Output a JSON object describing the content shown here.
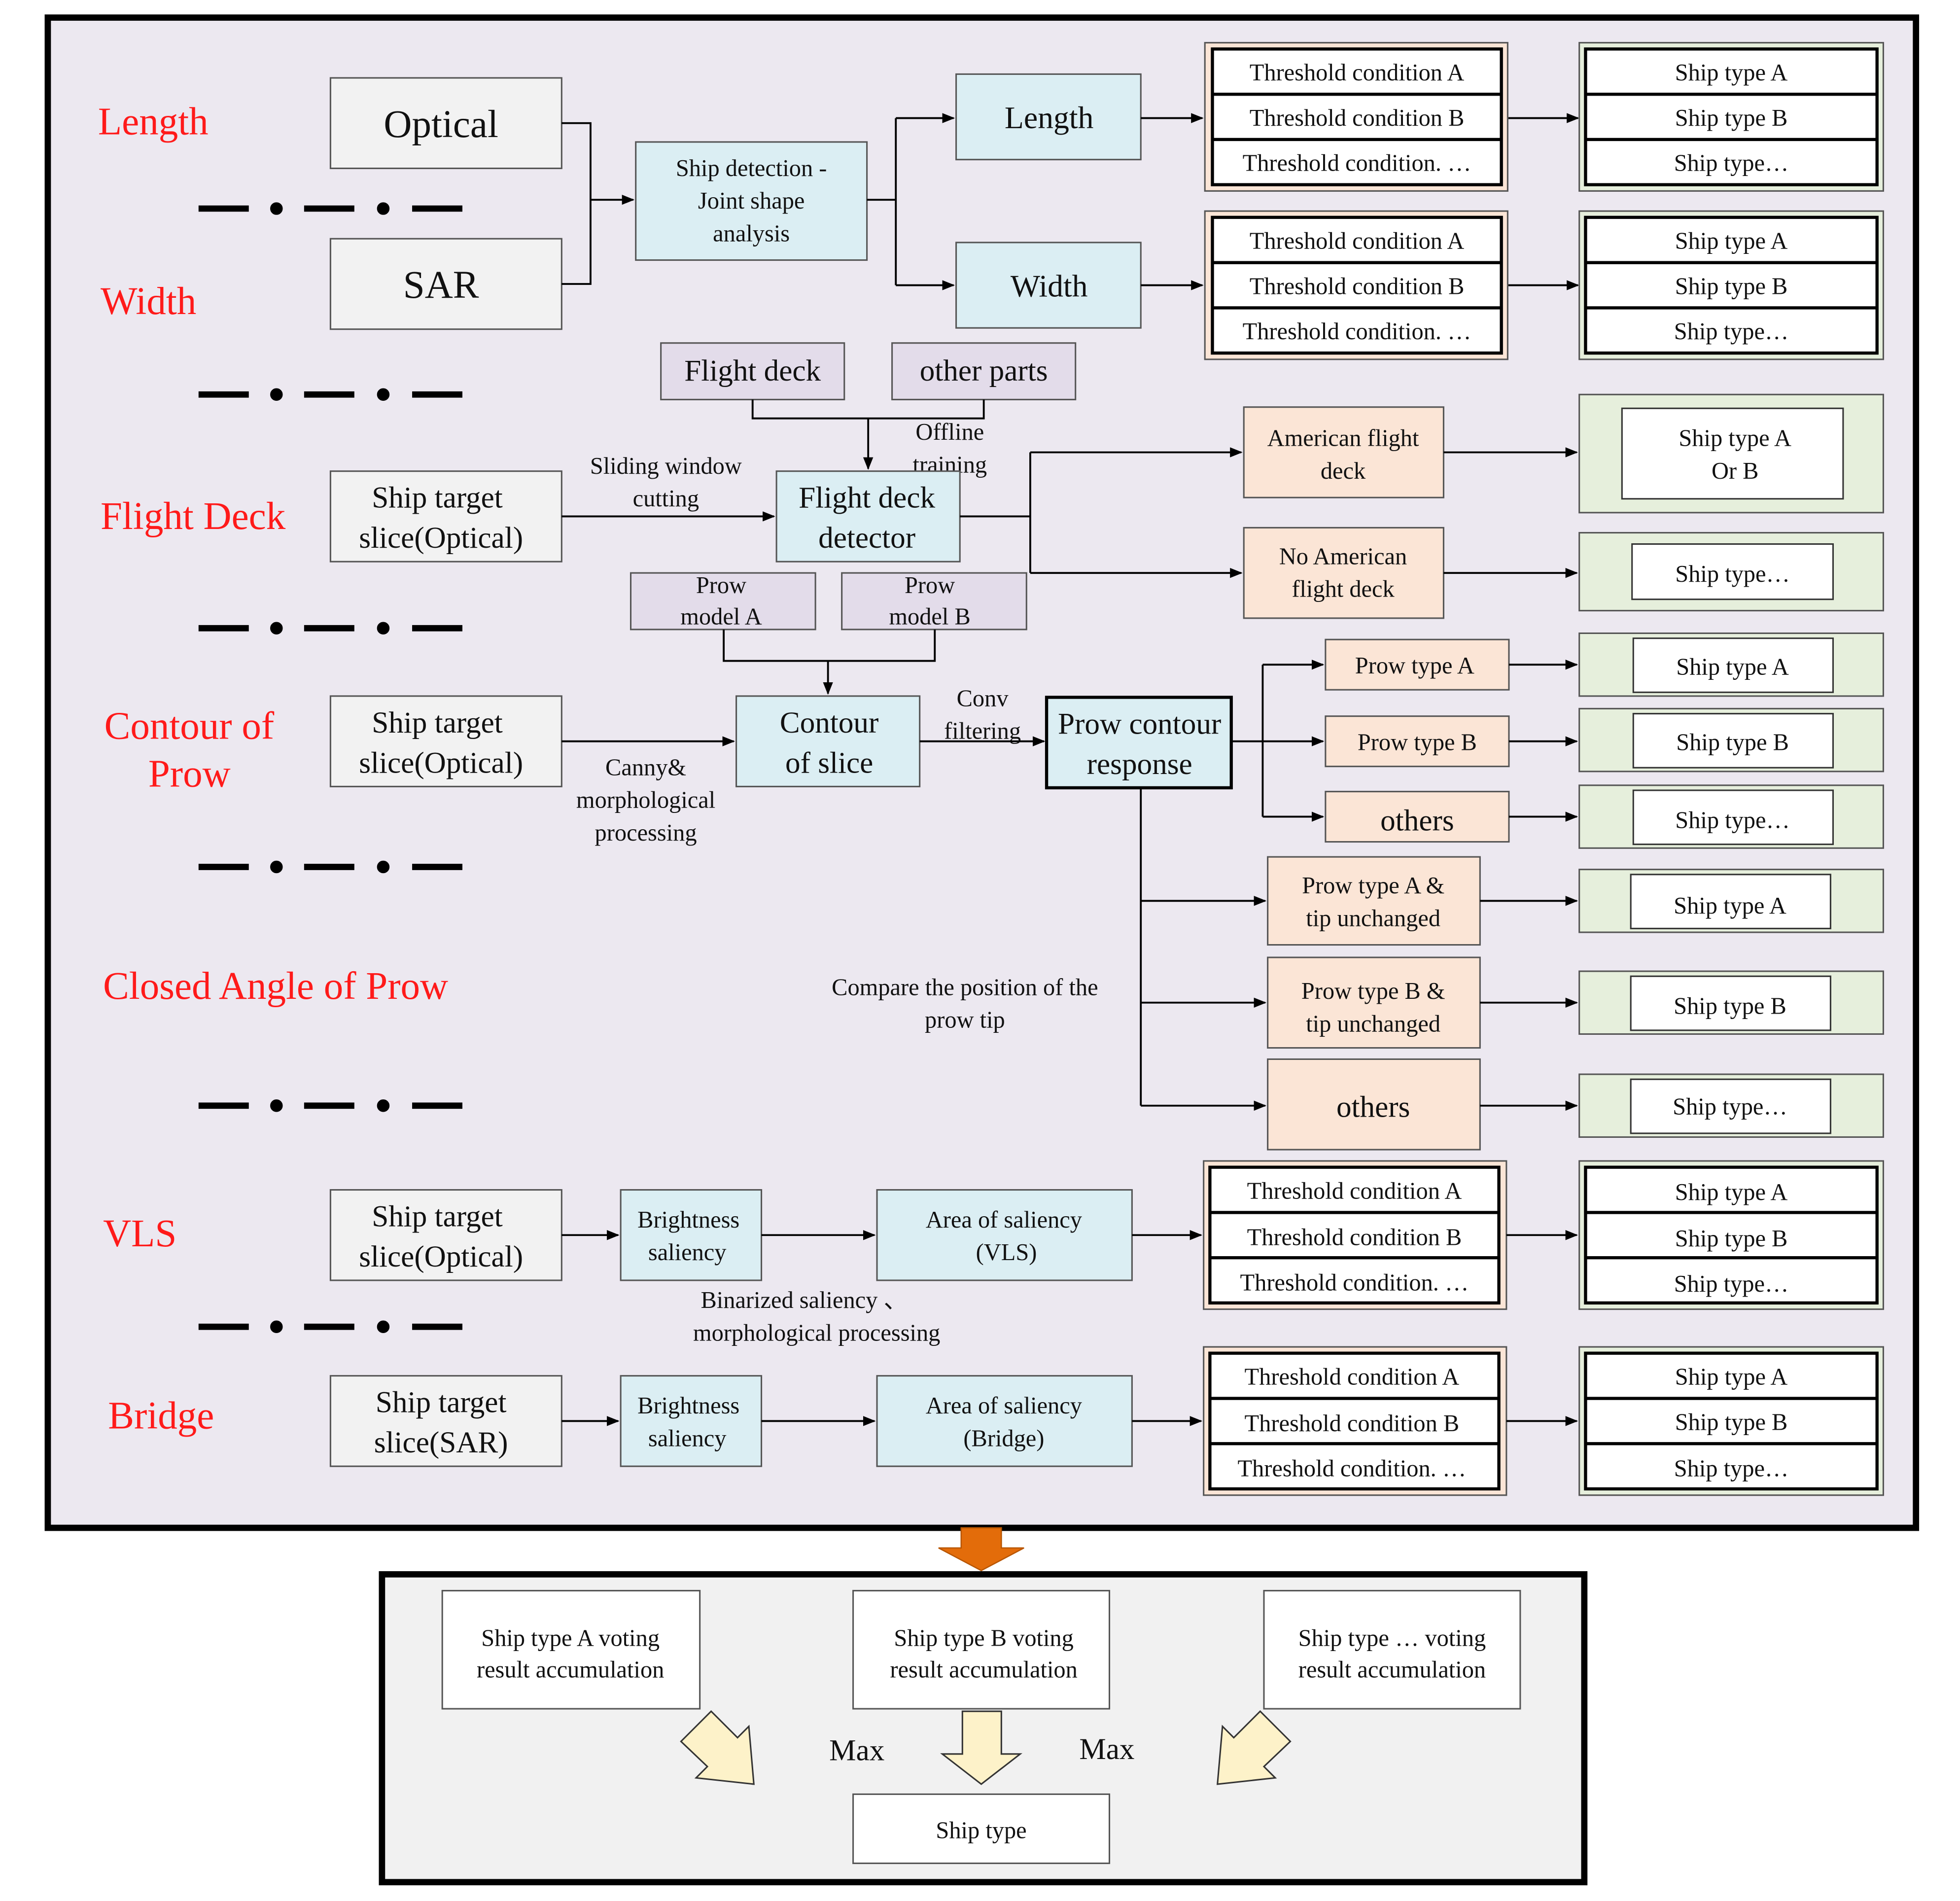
{
  "colors": {
    "panel_bg": "#ece8f0",
    "bottom_bg": "#f1f1f1",
    "gray_box": "#f2f2f2",
    "blue_box": "#dbeef3",
    "purple_box": "#e3dcea",
    "peach_box": "#fbe5d6",
    "green_box": "#e6efdc",
    "label_red": "#ff1a1a",
    "orange_arrow": "#e36c0a",
    "cream_arrow": "#fdf2c9"
  },
  "features": {
    "length": "Length",
    "width": "Width",
    "flight_deck": "Flight Deck",
    "contour_line1": "Contour of",
    "contour_line2": "Prow",
    "closed_angle": "Closed Angle  of Prow",
    "vls": "VLS",
    "bridge": "Bridge"
  },
  "inputs": {
    "optical": "Optical",
    "sar": "SAR",
    "slice_line1": "Ship target",
    "slice_optical": "slice(Optical)",
    "slice_sar": "slice(SAR)"
  },
  "nodes": {
    "ship_detection": [
      "Ship detection -",
      "Joint shape",
      "analysis"
    ],
    "length": "Length",
    "width": "Width",
    "flight_deck_part": "Flight deck",
    "other_parts": "other parts",
    "offline_training": [
      "Offline",
      "training"
    ],
    "sliding_window": [
      "Sliding window",
      "cutting"
    ],
    "flight_deck_detector": [
      "Flight deck",
      "detector"
    ],
    "american_flight_deck": [
      "American flight",
      "deck"
    ],
    "no_american_flight_deck": [
      "No American",
      "flight deck"
    ],
    "prow_model_a": [
      "Prow",
      "model A"
    ],
    "prow_model_b": [
      "Prow",
      "model B"
    ],
    "contour_of_slice": [
      "Contour",
      "of slice"
    ],
    "canny": [
      "Canny&",
      "morphological",
      "processing"
    ],
    "conv_filtering": [
      "Conv",
      "filtering"
    ],
    "prow_contour_response": [
      "Prow contour",
      "response"
    ],
    "prow_type_a": "Prow type A",
    "prow_type_b": "Prow type B",
    "others": "others",
    "prow_a_tip": [
      "Prow type A &",
      "tip unchanged"
    ],
    "prow_b_tip": [
      "Prow type B &",
      "tip unchanged"
    ],
    "compare_position": [
      "Compare the position of the",
      "prow tip"
    ],
    "brightness_saliency": [
      "Brightness",
      "saliency"
    ],
    "area_vls": [
      "Area of saliency",
      "(VLS)"
    ],
    "area_bridge": [
      "Area of saliency",
      "(Bridge)"
    ],
    "binarized": [
      "Binarized saliency 、",
      "morphological processing"
    ]
  },
  "thresholds": [
    "Threshold condition A",
    "Threshold condition B",
    "Threshold condition. …"
  ],
  "ship_types_list": [
    "Ship type A",
    "Ship type B",
    "Ship type…"
  ],
  "results": {
    "ship_type_a_or_b": [
      "Ship type A",
      "Or B"
    ],
    "ship_type_a": "Ship type A",
    "ship_type_b": "Ship type B",
    "ship_type_etc": "Ship type…"
  },
  "voting": {
    "vote_a": [
      "Ship type A voting",
      "result accumulation"
    ],
    "vote_b": [
      "Ship type B voting",
      "result accumulation"
    ],
    "vote_etc": [
      "Ship type … voting",
      "result accumulation"
    ],
    "max": "Max",
    "final": "Ship type"
  }
}
